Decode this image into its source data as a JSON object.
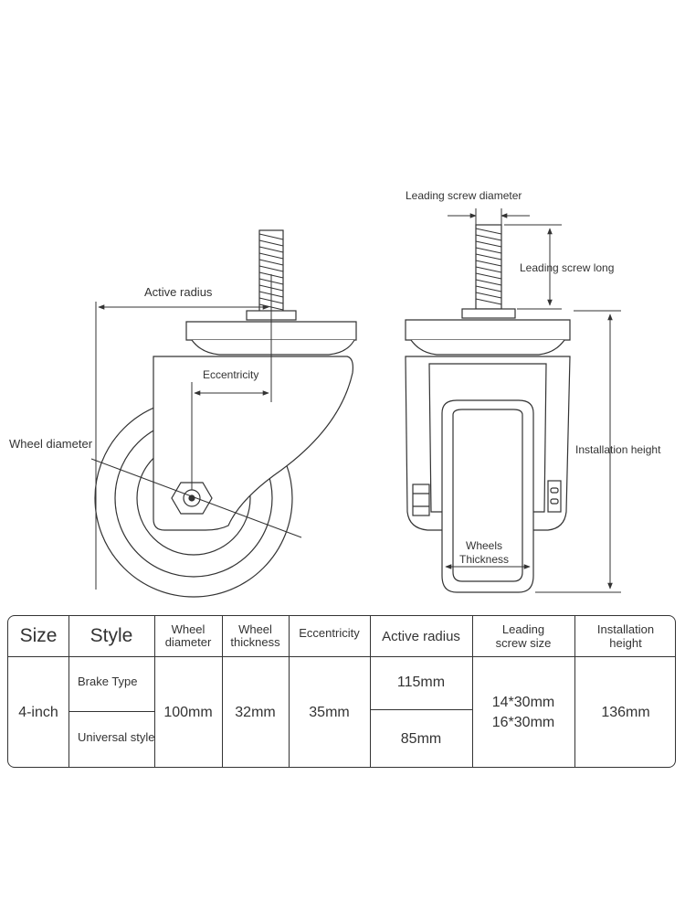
{
  "diagram": {
    "labels": {
      "active_radius": "Active radius",
      "eccentricity": "Eccentricity",
      "wheel_diameter": "Wheel diameter",
      "leading_screw_diameter": "Leading screw diameter",
      "leading_screw_long": "Leading screw long",
      "installation_height": "Installation height",
      "wheels_thickness_line1": "Wheels",
      "wheels_thickness_line2": "Thickness"
    }
  },
  "table": {
    "headers": {
      "size": "Size",
      "style": "Style",
      "wheel_diameter_1": "Wheel",
      "wheel_diameter_2": "diameter",
      "wheel_thickness_1": "Wheel",
      "wheel_thickness_2": "thickness",
      "eccentricity": "Eccentricity",
      "active_radius": "Active radius",
      "screw_size_1": "Leading",
      "screw_size_2": "screw size",
      "installation_height_1": "Installation",
      "installation_height_2": "height"
    },
    "row": {
      "size": "4-inch",
      "style_brake": "Brake Type",
      "style_universal": "Universal style",
      "wheel_diameter": "100mm",
      "wheel_thickness": "32mm",
      "eccentricity": "35mm",
      "active_radius_1": "115mm",
      "active_radius_2": "85mm",
      "screw_size_1": "14*30mm",
      "screw_size_2": "16*30mm",
      "installation_height": "136mm"
    }
  }
}
